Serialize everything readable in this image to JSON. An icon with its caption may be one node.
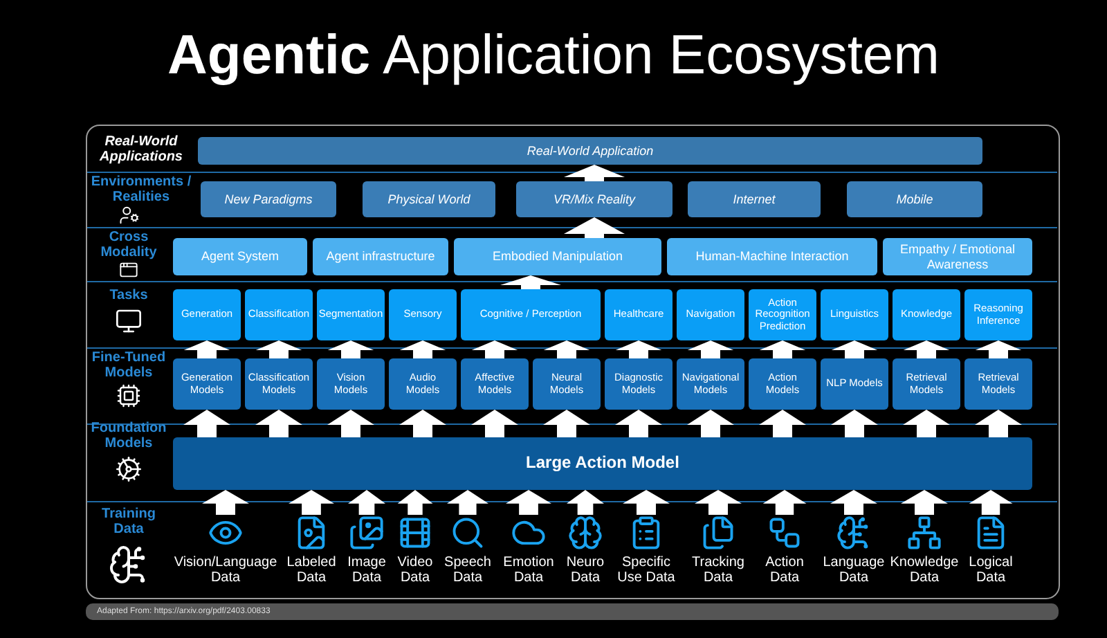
{
  "diagram": {
    "title": "**Agentic** Application Ecosystem",
    "nodes": [
      {
        "text": [
          "Real-World Application"
        ]
      },
      {
        "text": [
          "New Paradigms"
        ]
      },
      {
        "text": [
          "Physical World"
        ]
      },
      {
        "text": [
          "VR/Mix Reality"
        ]
      },
      {
        "text": [
          "Internet"
        ]
      },
      {
        "text": [
          "Mobile"
        ]
      },
      {
        "text": [
          "Agent System"
        ]
      },
      {
        "text": [
          "Agent infrastructure"
        ]
      },
      {
        "text": [
          "Embodied Manipulation"
        ]
      },
      {
        "text": [
          "Human-Machine Interaction"
        ]
      },
      {
        "text": [
          "Empathy / Emotional Awareness"
        ]
      },
      {
        "text": [
          "Generation"
        ]
      },
      {
        "text": [
          "Classification"
        ]
      },
      {
        "text": [
          "Segmentation"
        ]
      },
      {
        "text": [
          "Sensory"
        ]
      },
      {
        "text": [
          "Cognitive / Perception"
        ]
      },
      {
        "text": [
          "Healthcare"
        ]
      },
      {
        "text": [
          "Navigation"
        ]
      },
      {
        "text": [
          "Action Recognition Prediction"
        ]
      },
      {
        "text": [
          "Linguistics"
        ]
      },
      {
        "text": [
          "Knowledge"
        ]
      },
      {
        "text": [
          "Reasoning Inference"
        ]
      },
      {
        "text": [
          "Generation Models"
        ]
      },
      {
        "text": [
          "Classification Models"
        ]
      },
      {
        "text": [
          "Vision Models"
        ]
      },
      {
        "text": [
          "Audio Models"
        ]
      },
      {
        "text": [
          "Affective Models"
        ]
      },
      {
        "text": [
          "Neural Models"
        ]
      },
      {
        "text": [
          "Diagnostic Models"
        ]
      },
      {
        "text": [
          "Navigational Models"
        ]
      },
      {
        "text": [
          "Action Models"
        ]
      },
      {
        "text": [
          "NLP Models"
        ]
      },
      {
        "text": [
          "Retrieval Models"
        ]
      },
      {
        "text": [
          "Retrieval Models"
        ]
      },
      {
        "text": [
          "Large Action Model"
        ]
      },
      {
        "text": [
          "Vision/Language Data"
        ]
      },
      {
        "text": [
          "Labeled Data"
        ]
      },
      {
        "text": [
          "Image Data"
        ]
      },
      {
        "text": [
          "Video Data"
        ]
      },
      {
        "text": [
          "Speech Data"
        ]
      },
      {
        "text": [
          "Emotion Data"
        ]
      },
      {
        "text": [
          "Neuro Data"
        ]
      },
      {
        "text": [
          "Specific Use Data"
        ]
      },
      {
        "text": [
          "Tracking Data"
        ]
      },
      {
        "text": [
          "Action Data"
        ]
      },
      {
        "text": [
          "Language Data"
        ]
      },
      {
        "text": [
          "Knowledge Data"
        ]
      },
      {
        "text": [
          "Logical Data"
        ]
      }
    ],
    "edges": [
      {
        "from": 35,
        "to": 34,
        "arrow": "to"
      },
      {
        "from": 36,
        "to": 34,
        "arrow": "to"
      },
      {
        "from": 37,
        "to": 34,
        "arrow": "to"
      },
      {
        "from": 38,
        "to": 34,
        "arrow": "to"
      },
      {
        "from": 39,
        "to": 34,
        "arrow": "to"
      },
      {
        "from": 40,
        "to": 34,
        "arrow": "to"
      },
      {
        "from": 41,
        "to": 34,
        "arrow": "to"
      },
      {
        "from": 42,
        "to": 34,
        "arrow": "to"
      },
      {
        "from": 43,
        "to": 34,
        "arrow": "to"
      },
      {
        "from": 44,
        "to": 34,
        "arrow": "to"
      },
      {
        "from": 45,
        "to": 34,
        "arrow": "to"
      },
      {
        "from": 46,
        "to": 34,
        "arrow": "to"
      },
      {
        "from": 47,
        "to": 34,
        "arrow": "to"
      },
      {
        "from": 34,
        "to": 22,
        "arrow": "to"
      },
      {
        "from": 34,
        "to": 23,
        "arrow": "to"
      },
      {
        "from": 34,
        "to": 24,
        "arrow": "to"
      },
      {
        "from": 34,
        "to": 25,
        "arrow": "to"
      },
      {
        "from": 34,
        "to": 26,
        "arrow": "to"
      },
      {
        "from": 34,
        "to": 27,
        "arrow": "to"
      },
      {
        "from": 34,
        "to": 28,
        "arrow": "to"
      },
      {
        "from": 34,
        "to": 29,
        "arrow": "to"
      },
      {
        "from": 34,
        "to": 30,
        "arrow": "to"
      },
      {
        "from": 34,
        "to": 31,
        "arrow": "to"
      },
      {
        "from": 34,
        "to": 32,
        "arrow": "to"
      },
      {
        "from": 34,
        "to": 33,
        "arrow": "to"
      },
      {
        "from": 22,
        "to": 11,
        "arrow": "to"
      },
      {
        "from": 23,
        "to": 12,
        "arrow": "to"
      },
      {
        "from": 24,
        "to": 13,
        "arrow": "to"
      },
      {
        "from": 25,
        "to": 14,
        "arrow": "to"
      },
      {
        "from": 26,
        "to": 15,
        "arrow": "to"
      },
      {
        "from": 27,
        "to": 15,
        "arrow": "to"
      },
      {
        "from": 28,
        "to": 16,
        "arrow": "to"
      },
      {
        "from": 29,
        "to": 17,
        "arrow": "to"
      },
      {
        "from": 30,
        "to": 18,
        "arrow": "to"
      },
      {
        "from": 31,
        "to": 19,
        "arrow": "to"
      },
      {
        "from": 32,
        "to": 20,
        "arrow": "to"
      },
      {
        "from": 33,
        "to": 21,
        "arrow": "to"
      },
      {
        "from": 15,
        "to": 8,
        "arrow": "to"
      },
      {
        "from": 8,
        "to": 3,
        "arrow": "to"
      },
      {
        "from": 3,
        "to": 0,
        "arrow": "to"
      }
    ],
    "labels": [
      "Real-World Applications",
      "Environments / Realities",
      "Cross Modality",
      "Tasks",
      "Fine-Tuned Models",
      "Foundation Models",
      "Training Data",
      "Adapted From: https://arxiv.org/pdf/2403.00833"
    ]
  }
}
